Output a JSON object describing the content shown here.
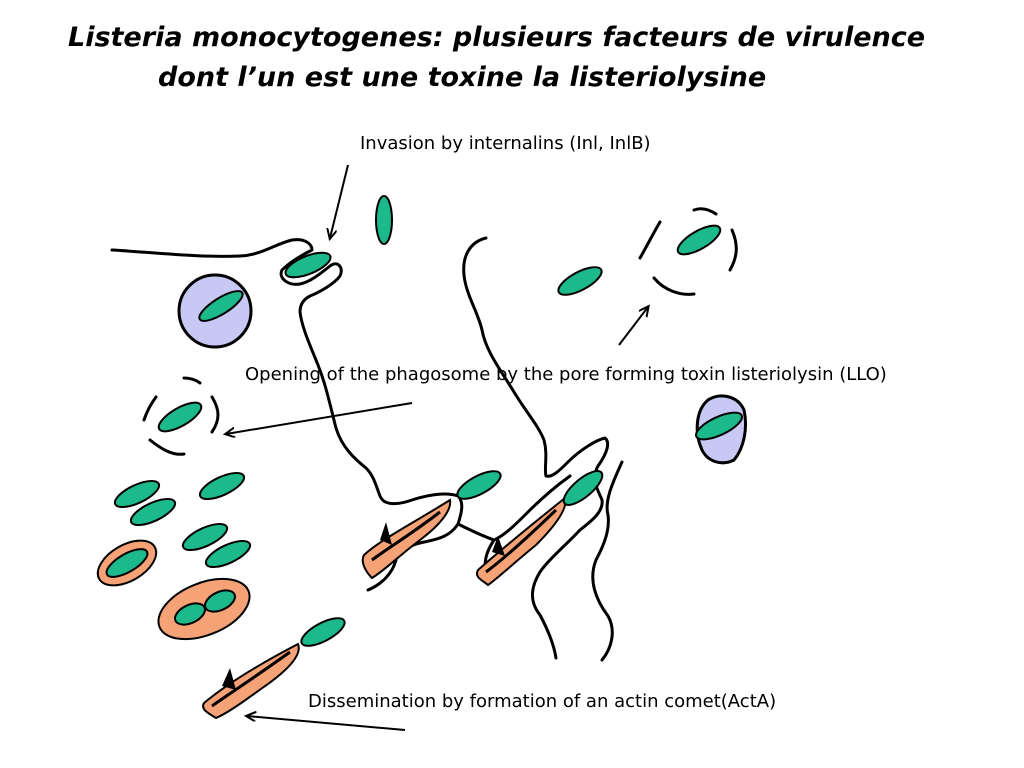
{
  "title": {
    "line1": "Listeria monocytogenes: plusieurs facteurs de virulence",
    "line2": "dont l’un est une toxine la listeriolysine"
  },
  "labels": {
    "invasion": "Invasion by internalins (Inl, InlB)",
    "phagosome": "Opening of the phagosome by the pore forming toxin listeriolysin (LLO)",
    "dissemination": "Dissemination by formation of an actin comet(ActA)"
  },
  "colors": {
    "bacterium": "#1cb98a",
    "vacuole": "#c8c8f5",
    "dividing_cell": "#f4a276",
    "actin_comet": "#f4a276",
    "outline": "#000000"
  }
}
